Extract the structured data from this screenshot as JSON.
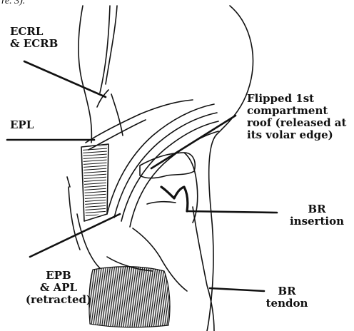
{
  "caption_fragment": "re. 3).",
  "labels": {
    "ecrl_ecrb": [
      "ECRL",
      "& ECRB"
    ],
    "epl": [
      "EPL"
    ],
    "flipped_roof": [
      "Flipped 1st",
      "compartment",
      "roof (released at",
      "its volar edge)"
    ],
    "br_insertion": [
      "BR",
      "insertion"
    ],
    "epb_apl": [
      "EPB",
      "& APL",
      "(retracted)"
    ],
    "br_tendon": [
      "BR",
      "tendon"
    ]
  },
  "colors": {
    "ink": "#111111",
    "background": "#ffffff"
  }
}
